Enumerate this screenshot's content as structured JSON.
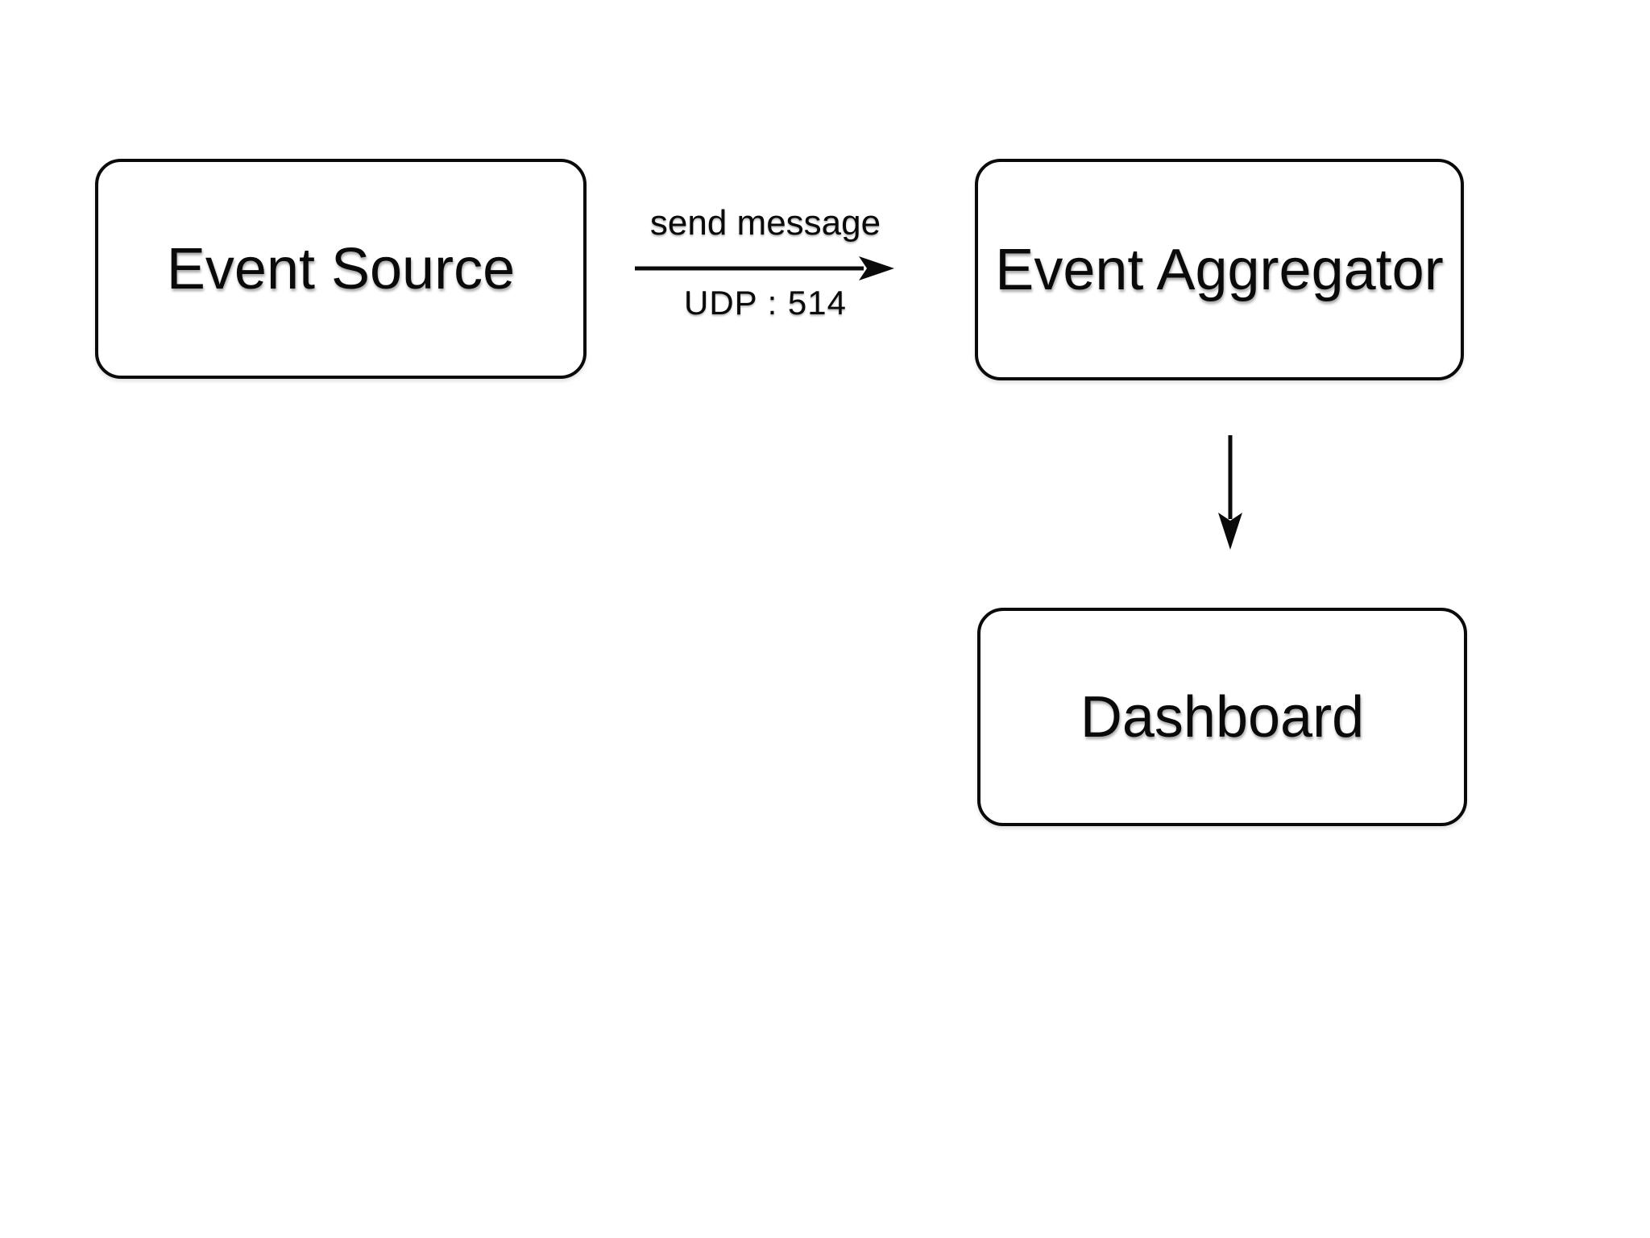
{
  "diagram": {
    "background_color": "#ffffff",
    "stroke_color": "#0a0a0a",
    "nodes": [
      {
        "id": "event-source",
        "label": "Event Source"
      },
      {
        "id": "event-aggregator",
        "label": "Event Aggregator"
      },
      {
        "id": "dashboard",
        "label": "Dashboard"
      }
    ],
    "edges": [
      {
        "from": "event-source",
        "to": "event-aggregator",
        "direction": "right",
        "label_top": "send message",
        "label_bottom": "UDP : 514"
      },
      {
        "from": "event-aggregator",
        "to": "dashboard",
        "direction": "down",
        "label_top": "",
        "label_bottom": ""
      }
    ]
  }
}
